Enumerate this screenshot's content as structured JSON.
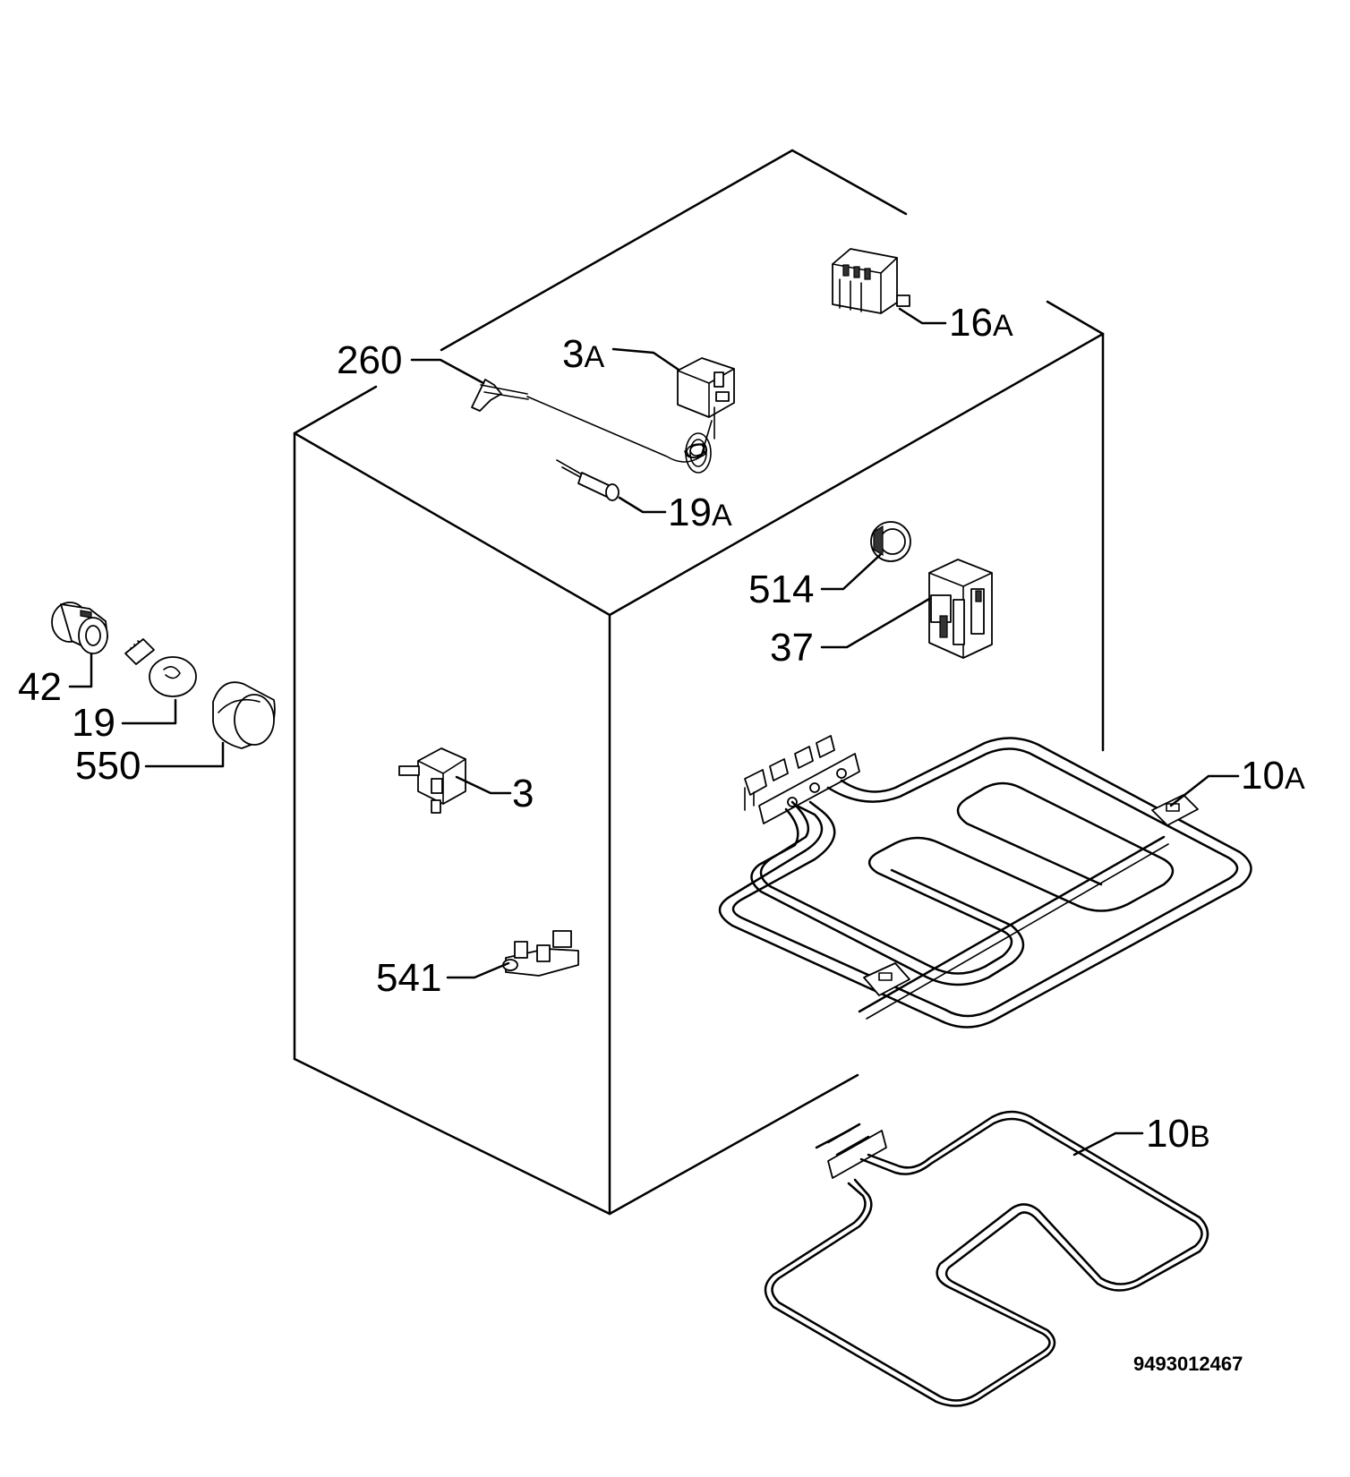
{
  "labels": {
    "l260": "260",
    "l3a_num": "3",
    "l3a_suf": "A",
    "l16a_num": "16",
    "l16a_suf": "A",
    "l19a_num": "19",
    "l19a_suf": "A",
    "l514": "514",
    "l37": "37",
    "l42": "42",
    "l19": "19",
    "l550": "550",
    "l3": "3",
    "l10a_num": "10",
    "l10a_suf": "A",
    "l541": "541",
    "l10b_num": "10",
    "l10b_suf": "B"
  },
  "document_number": "9493012467"
}
